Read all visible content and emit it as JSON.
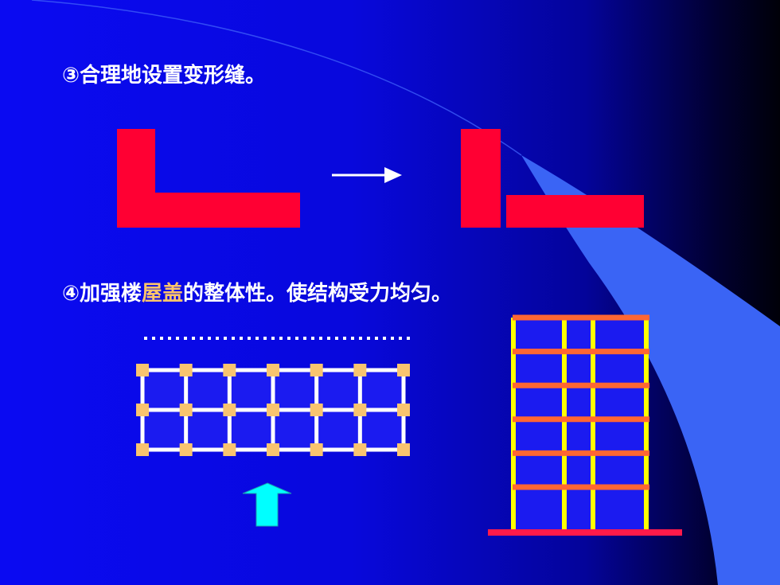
{
  "headings": {
    "item3": "③合理地设置变形缝。",
    "item4_before": "④加强楼",
    "item4_highlight": "屋盖",
    "item4_after": "的整体性。使结构受力均匀。"
  },
  "colors": {
    "background_left": "#0a0af2",
    "background_right": "#000008",
    "swoosh": "#3a64f5",
    "l_shape": "#ff0033",
    "frame_lines": "#ffffff",
    "column_node": "#f9c46f",
    "arrow_up": "#00ffff",
    "building_fill": "#1b1bf0",
    "building_column": "#ffff00",
    "building_floor": "#ff6633",
    "ground": "#ff1a4a",
    "highlight_text": "#ffc56a"
  },
  "diagram": {
    "plan_grid": {
      "bays": 6,
      "rows": 2
    },
    "building": {
      "floors": 6,
      "bays": 3
    }
  },
  "icons": {
    "transform_arrow": "right-arrow-icon",
    "load_arrow": "up-arrow-icon"
  }
}
